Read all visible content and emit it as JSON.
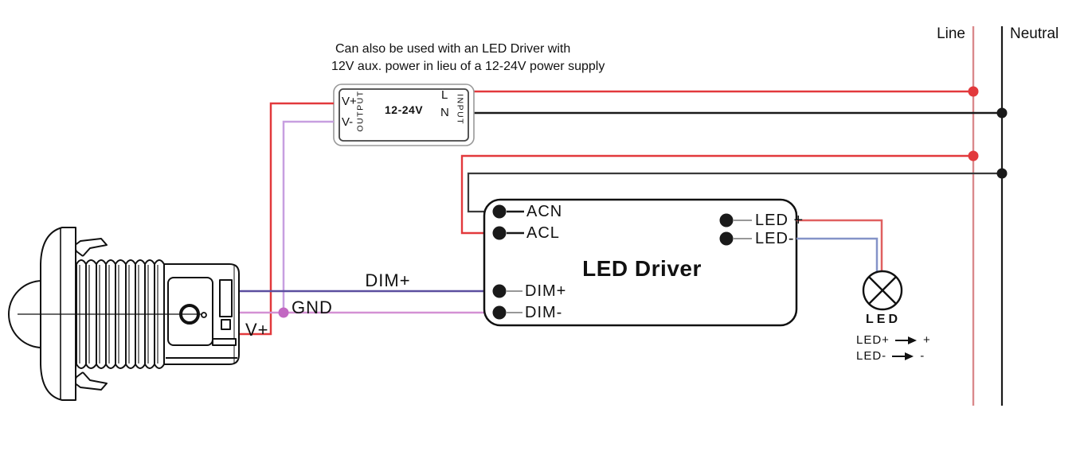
{
  "note": {
    "line1": "Can also be used with an LED Driver with",
    "line2": "12V aux. power in lieu of a 12-24V power supply"
  },
  "mains": {
    "line_label": "Line",
    "neutral_label": "Neutral"
  },
  "power_supply": {
    "vplus": "V+",
    "vminus": "V-",
    "output_label": "OUTPUT",
    "rating": "12-24V",
    "l": "L",
    "n": "N",
    "input_label": "INPUT"
  },
  "led_driver": {
    "title": "LED Driver",
    "terminals": {
      "acn": "ACN",
      "acl": "ACL",
      "dim_plus": "DIM+",
      "dim_minus": "DIM-",
      "led_plus": "LED +",
      "led_minus": "LED-"
    }
  },
  "wire_labels": {
    "dim_plus": "DIM+",
    "gnd": "GND",
    "vplus": "V+"
  },
  "led": {
    "label": "LED",
    "legend": [
      {
        "label": "LED+",
        "value": "+"
      },
      {
        "label": "LED-",
        "value": "-"
      }
    ]
  },
  "colors": {
    "wire_red": "#E2393C",
    "line_red": "#DA8A8C",
    "wire_black": "#1A1A1A",
    "wire_gray": "#3A3A3A",
    "wire_indigo": "#5B4E9F",
    "wire_pink": "#D491D4",
    "wire_violet": "#C79FE0",
    "junction_pink": "#C268C2",
    "wire_led_red": "#E06060",
    "wire_led_blue": "#8493C8",
    "outline": "#111111"
  }
}
